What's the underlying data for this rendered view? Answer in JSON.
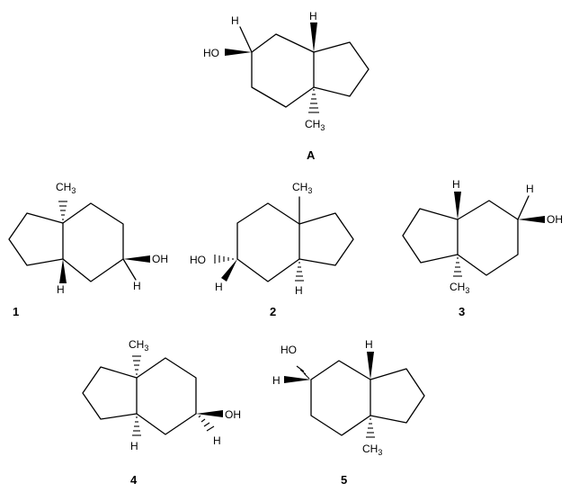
{
  "molecules": [
    {
      "id": "A",
      "label": "A",
      "oh": "HO",
      "h_top_left": "H",
      "h_junction": "H",
      "methyl": "CH3"
    },
    {
      "id": "1",
      "label": "1",
      "oh": "OH",
      "h_stereo": "H",
      "h_junction": "H",
      "methyl": "CH3"
    },
    {
      "id": "2",
      "label": "2",
      "oh": "HO",
      "h_stereo": "H",
      "h_junction": "H",
      "methyl": "CH3"
    },
    {
      "id": "3",
      "label": "3",
      "oh": "OH",
      "h_stereo": "H",
      "h_junction": "H",
      "methyl": "CH3"
    },
    {
      "id": "4",
      "label": "4",
      "oh": "OH",
      "h_stereo": "H",
      "h_junction": "H",
      "methyl": "CH3"
    },
    {
      "id": "5",
      "label": "5",
      "oh": "HO",
      "h_stereo": "H",
      "h_junction": "H",
      "methyl": "CH3"
    }
  ]
}
